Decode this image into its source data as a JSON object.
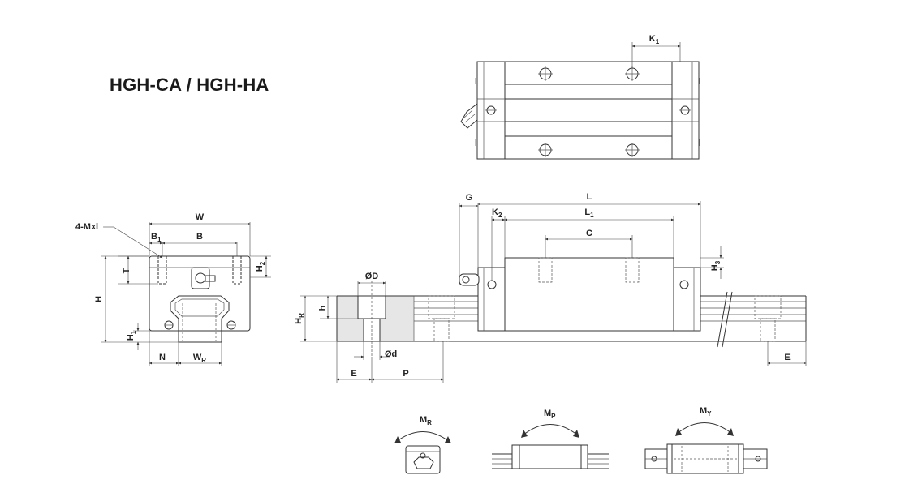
{
  "title": "HGH-CA / HGH-HA",
  "labels": {
    "K1": "K",
    "K1_sub": "1",
    "W": "W",
    "B1": "B",
    "B1_sub": "1",
    "B": "B",
    "Mxl": "4-Mxl",
    "T": "T",
    "H2": "H",
    "H2_sub": "2",
    "H": "H",
    "H1": "H",
    "H1_sub": "1",
    "N": "N",
    "WR": "W",
    "WR_sub": "R",
    "G": "G",
    "L": "L",
    "K2": "K",
    "K2_sub": "2",
    "L1": "L",
    "L1_sub": "1",
    "C": "C",
    "H3": "H",
    "H3_sub": "3",
    "OD": "ØD",
    "h": "h",
    "HR": "H",
    "HR_sub": "R",
    "od": "Ød",
    "E_left": "E",
    "P": "P",
    "E_right": "E",
    "MR": "M",
    "MR_sub": "R",
    "MP": "M",
    "MP_sub": "P",
    "MY": "M",
    "MY_sub": "Y"
  }
}
